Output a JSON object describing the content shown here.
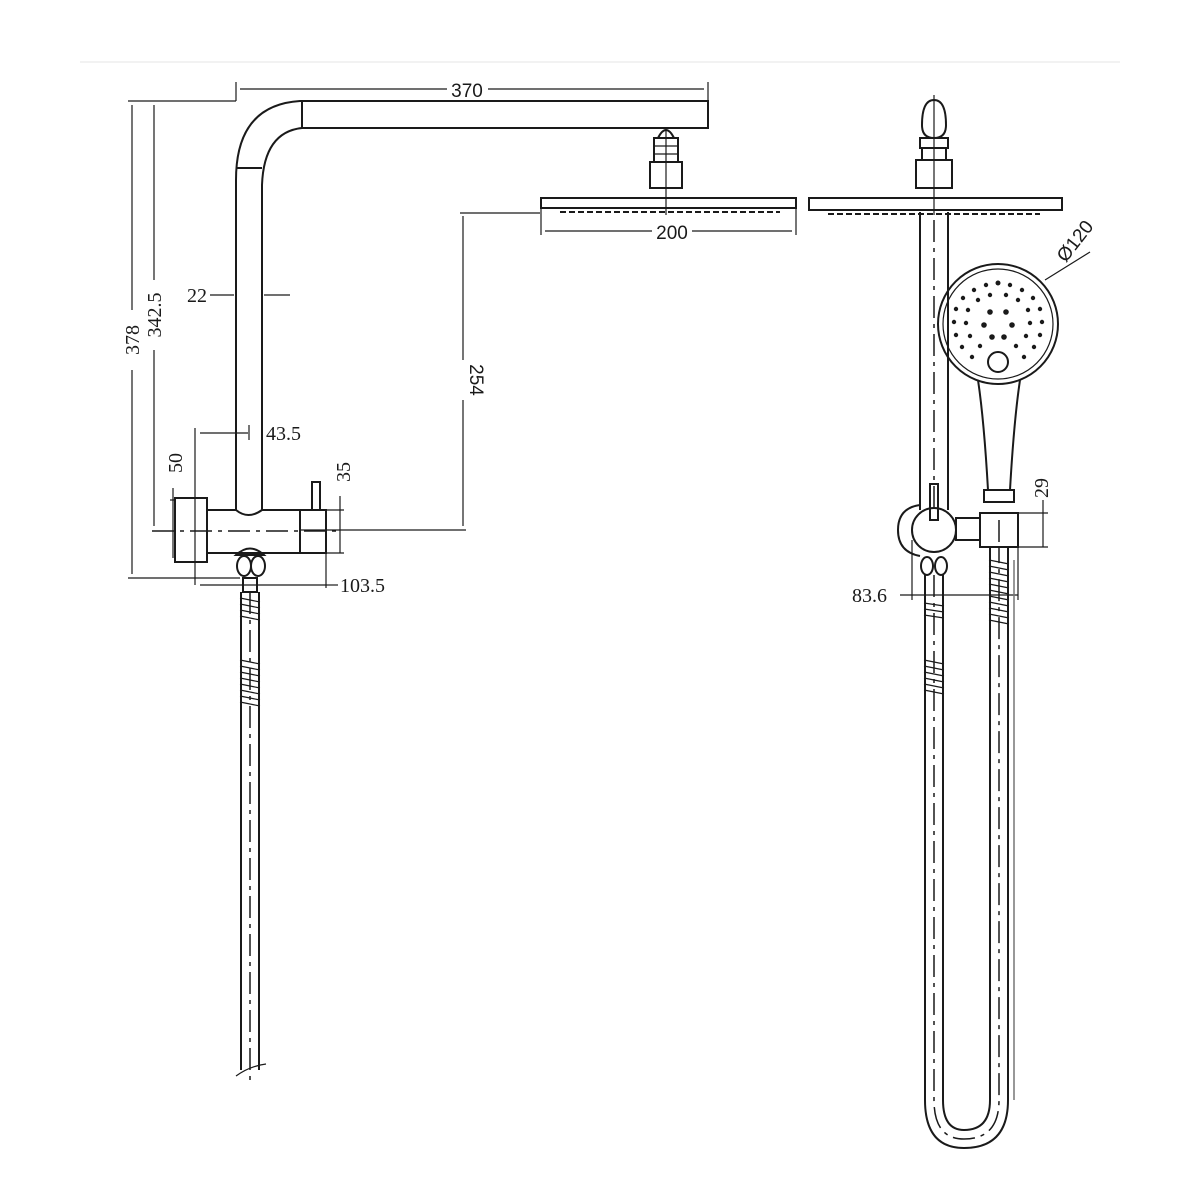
{
  "drawing": {
    "title": "Shower set technical dimension drawing",
    "line_color": "#1a1a1a",
    "background": "#ffffff",
    "views": [
      {
        "name": "side-view",
        "position": "left"
      },
      {
        "name": "front-view",
        "position": "right"
      }
    ]
  },
  "dimensions": {
    "arm_length": "370",
    "total_height": "378",
    "riser_height": "342.5",
    "pipe_diameter": "22",
    "riser_offset": "43.5",
    "body_height": "50",
    "diverter_height": "35",
    "body_width": "103.5",
    "rain_head_drop": "254",
    "rain_head_width": "200",
    "hand_shower_diameter": "Ø120",
    "holder_height": "29",
    "front_body_width": "83.6"
  }
}
